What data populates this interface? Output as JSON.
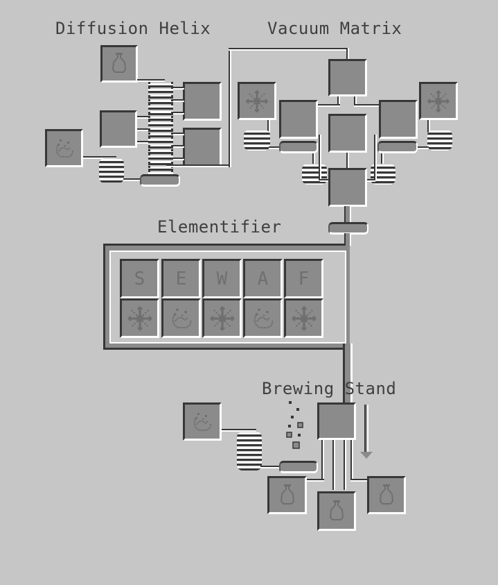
{
  "sections": {
    "diffusion_helix": {
      "title": "Diffusion Helix"
    },
    "vacuum_matrix": {
      "title": "Vacuum Matrix"
    },
    "elementifier": {
      "title": "Elementifier",
      "letters": [
        "S",
        "E",
        "W",
        "A",
        "F"
      ],
      "bottom_icons": [
        "snowflake-icon",
        "dust-icon",
        "snowflake-icon",
        "dust-icon",
        "snowflake-icon"
      ]
    },
    "brewing_stand": {
      "title": "Brewing Stand"
    }
  },
  "colors": {
    "background": "#c6c6c6",
    "slot": "#8b8b8b",
    "shadow": "#373737",
    "highlight": "#ffffff",
    "text": "#3f3f3f",
    "icon": "#6f6f6f"
  }
}
